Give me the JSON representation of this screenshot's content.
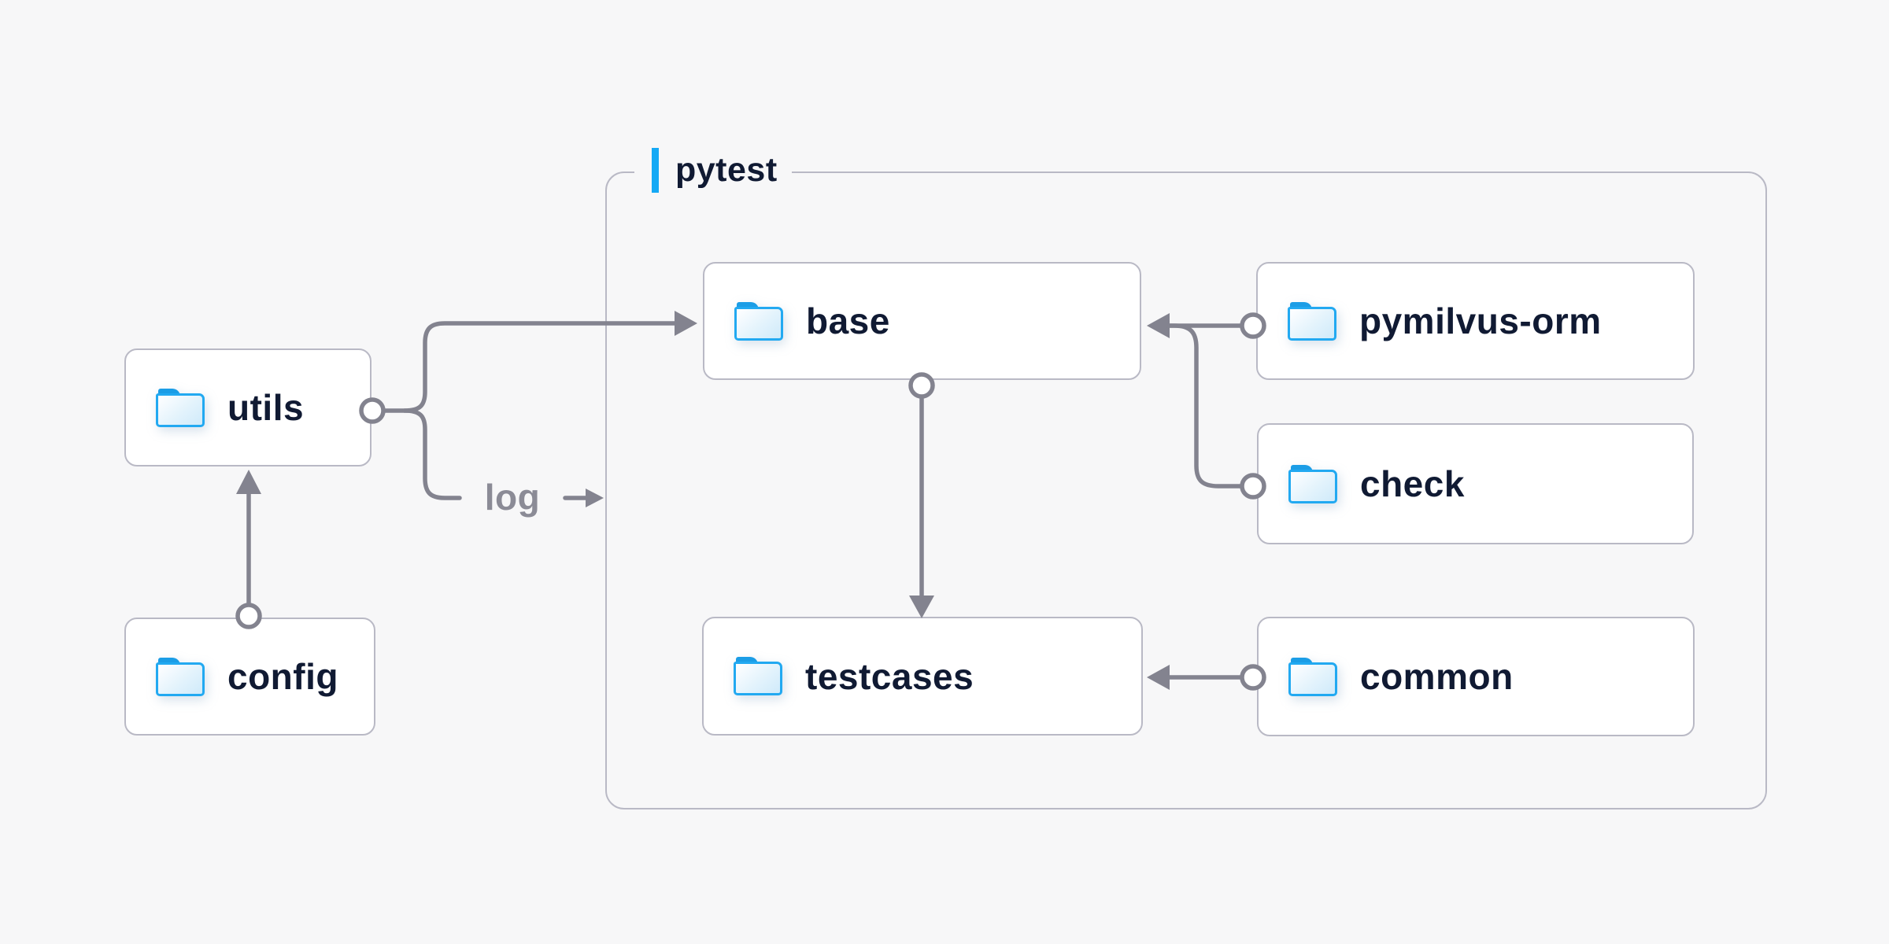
{
  "diagram": {
    "group": {
      "label": "pytest"
    },
    "nodes": [
      {
        "id": "utils",
        "label": "utils",
        "icon": "folder-icon"
      },
      {
        "id": "config",
        "label": "config",
        "icon": "folder-icon"
      },
      {
        "id": "base",
        "label": "base",
        "icon": "folder-icon"
      },
      {
        "id": "testcases",
        "label": "testcases",
        "icon": "folder-icon"
      },
      {
        "id": "pymilvus-orm",
        "label": "pymilvus-orm",
        "icon": "folder-icon"
      },
      {
        "id": "check",
        "label": "check",
        "icon": "folder-icon"
      },
      {
        "id": "common",
        "label": "common",
        "icon": "folder-icon"
      }
    ],
    "edges": [
      {
        "from": "config",
        "to": "utils"
      },
      {
        "from": "utils",
        "to": "base"
      },
      {
        "from": "utils",
        "to": "pytest-group",
        "label": "log"
      },
      {
        "from": "base",
        "to": "testcases"
      },
      {
        "from": "pymilvus-orm",
        "to": "base"
      },
      {
        "from": "check",
        "to": "base"
      },
      {
        "from": "common",
        "to": "testcases"
      }
    ],
    "colors": {
      "background": "#f7f7f8",
      "node_fill": "#ffffff",
      "node_border": "#b9b9c5",
      "connector": "#83838f",
      "label_text": "#101a33",
      "muted_text": "#8b8b96",
      "accent_blue": "#15a9f5",
      "folder_blue": "#22a9f1"
    }
  }
}
